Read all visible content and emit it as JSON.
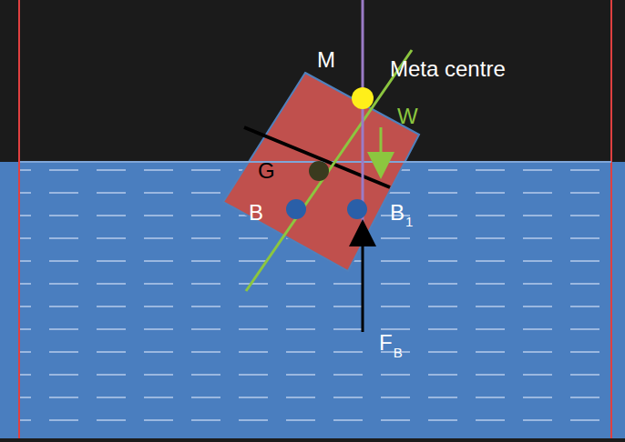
{
  "diagram": {
    "labels": [
      "M",
      "Meta centre",
      "W",
      "G",
      "B",
      "B",
      "1",
      "F",
      "B"
    ]
  }
}
